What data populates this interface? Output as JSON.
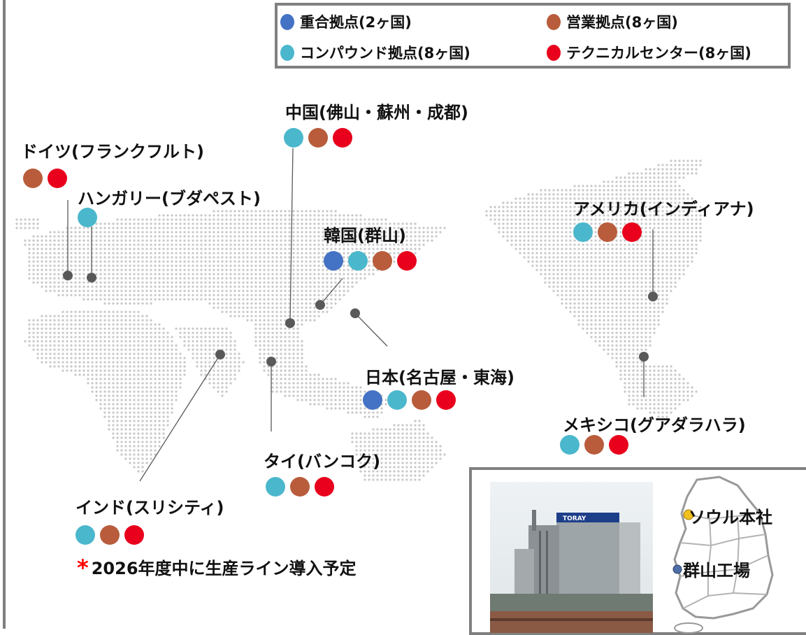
{
  "colors": {
    "polymer": "#4472c4",
    "compound": "#4bb7cc",
    "sales": "#b85c3c",
    "technical": "#e8001c",
    "pin": "#595959",
    "map_dot": "#c8c8c8"
  },
  "legend": {
    "polymer": "重合拠点(2ヶ国)",
    "sales": "営業拠点(8ヶ国)",
    "compound": "コンパウンド拠点(8ヶ国)",
    "technical": "テクニカルセンター(8ヶ国)"
  },
  "locations": {
    "germany": {
      "name": "ドイツ(フランクフルト)",
      "types": [
        "sales",
        "technical"
      ]
    },
    "hungary": {
      "name": "ハンガリー(ブダペスト)",
      "types": [
        "compound"
      ]
    },
    "china": {
      "name": "中国(佛山・蘇州・成都)",
      "types": [
        "compound",
        "sales",
        "technical"
      ]
    },
    "korea": {
      "name": "韓国(群山)",
      "types": [
        "polymer",
        "compound",
        "sales",
        "technical"
      ]
    },
    "japan": {
      "name": "日本(名古屋・東海)",
      "types": [
        "polymer",
        "compound",
        "sales",
        "technical"
      ]
    },
    "usa": {
      "name": "アメリカ(インディアナ)",
      "types": [
        "compound",
        "sales",
        "technical"
      ]
    },
    "mexico": {
      "name": "メキシコ(グアダラハラ)",
      "types": [
        "compound",
        "sales",
        "technical"
      ]
    },
    "thailand": {
      "name": "タイ(バンコク)",
      "types": [
        "compound",
        "sales",
        "technical"
      ]
    },
    "india": {
      "name": "インド(スリシティ)",
      "types": [
        "compound",
        "sales",
        "technical"
      ]
    }
  },
  "note": {
    "star": "*",
    "text": "2026年度中に生産ライン導入予定"
  },
  "inset": {
    "photo_sign": "TORAY",
    "seoul": "ソウル本社",
    "gunsan": "群山工場"
  }
}
